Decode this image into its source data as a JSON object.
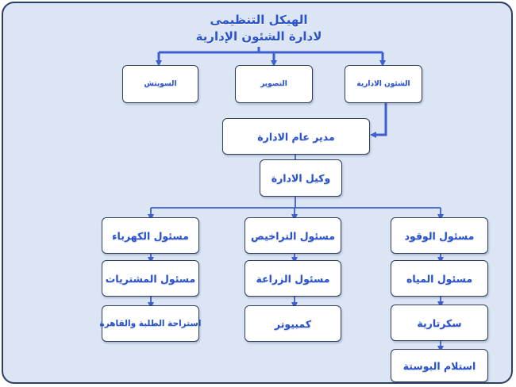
{
  "title": {
    "line1": "الهيكل التنظيمى",
    "line2": "لادارة الشئون الإدارية"
  },
  "top_units": [
    "السويتش",
    "التصوير",
    "الشئون الادارية"
  ],
  "general_manager": "مدير عام الادارة",
  "deputy": "وكيل الادارة",
  "columns": {
    "left": [
      "مسئول الكهرباء",
      "مسئول المشتريات",
      "استراحة الطلبة والقاهرة"
    ],
    "middle": [
      "مسئول التراخيص",
      "مسئول الزراعة",
      "كمبيوتر"
    ],
    "right": [
      "مسئول الوقود",
      "مسئول المياه",
      "سكرتارية",
      "استلام البوستة"
    ]
  },
  "colors": {
    "background": "#dbe5f3",
    "border": "#2c3f66",
    "text": "#2a52c9",
    "connector": "#3f5fd0"
  }
}
